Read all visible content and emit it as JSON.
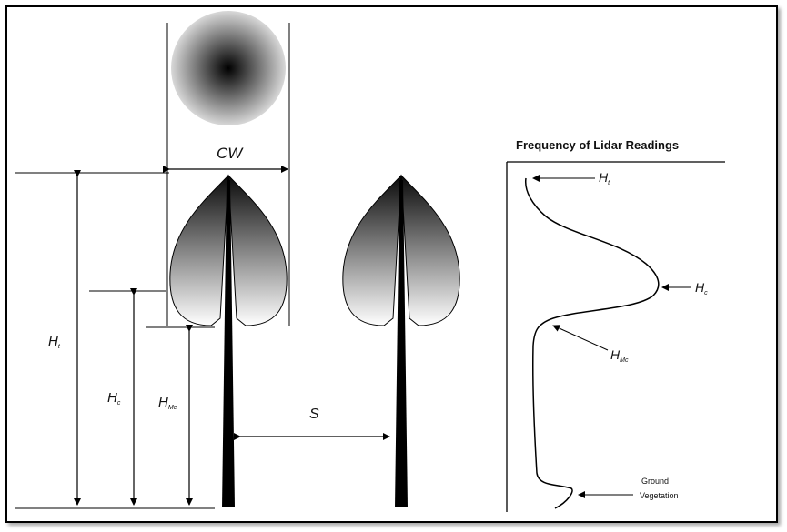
{
  "labels": {
    "cw": "CW",
    "spacing": "S",
    "ht_left": "H",
    "ht_left_sub": "t",
    "hc_left": "H",
    "hc_left_sub": "c",
    "hmc_left": "H",
    "hmc_left_sub": "Mc",
    "chart_title": "Frequency of Lidar Readings",
    "ht_right": "H",
    "ht_right_sub": "t",
    "hc_right": "H",
    "hc_right_sub": "c",
    "hmc_right": "H",
    "hmc_right_sub": "Mc",
    "ground_line1": "Ground",
    "ground_line2": "Vegetation"
  },
  "colors": {
    "ink": "#000000",
    "crown_dark": "#111111",
    "crown_light": "#ffffff"
  }
}
